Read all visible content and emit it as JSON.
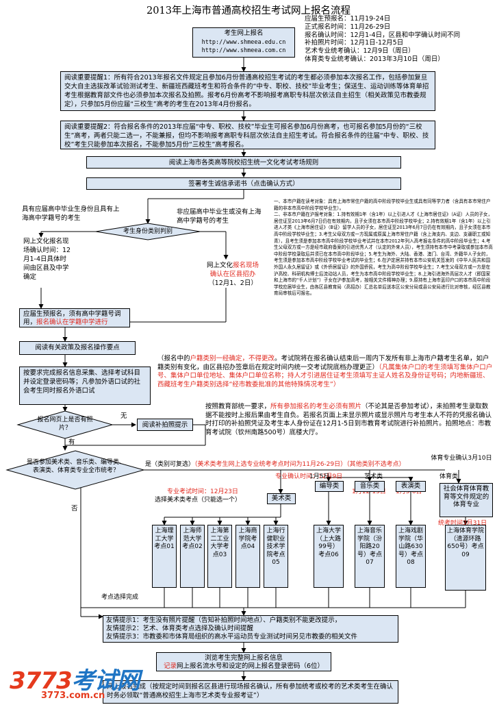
{
  "title": "2013年上海市普通高校招生考试网上报名流程",
  "schedule": [
    "应届生预报名：11月19-24日",
    "正式报名时间：11月26-29日",
    "报名确认时间：12月1-4日，区县和中学确认时间不同",
    "补拍照片时间：12月1日-12月5日",
    "艺术专业统考确认：12月9日（周日）",
    "体育类专业统考确认：2013年3月10日（周日）"
  ],
  "site": {
    "label": "考生网上报名",
    "url1": "http://www.shmeea.edu.cn",
    "url2": "http://www.shmeea.com.cn"
  },
  "reminder1": "阅读重要提醒1：所有符合2013年报名文件规定且参加6月份普通高校招生考试的考生都必须参加本次报名工作，包括参加复旦交大自主选拔改革试验测试考生、新疆班西藏班考生和符合条件的“中专、职校、技校”毕业考生；保送生、运动训练等体育单招考生根据教育部文件也必须参加本次报名及拍照。报考6月份高考不影响报考高职专科层次依法自主招生（相关政策见市教委规定），只参加5月份应届“三校生”高考的考生在2013年4月份报名。",
  "reminder2": "阅读重要提醒2：符合报名条件的2013年应届“中专、职校、技校”毕业生可报名参加6月份高考，也可报名参加5月份的“三校生”高考，两者只能二选一，不能兼报，但均不影响报考高职专科层次依法自主招生考试。符合报名条件的往届“中专、职校、技校”考生只能参加本次报名，不能参加5月份“三校生”高考报名。",
  "read_rules": "阅读上海市各类高等院校招生统一文化考试考场规则",
  "sign": "签署考生诚信承诺书（点击确认方式）",
  "left_cond": "具有应届高中毕业生身份且具有上海高中学籍号的考生",
  "right_cond": "非应届高中毕业生或没有上海高中学籍号的考生",
  "decision1": "考生身份类别判别",
  "left_time": "网上文化报名现场确认时间：12月1-4日具体时间由区县及中学确定",
  "right_time_a": "网上文化",
  "right_time_b": "报名现场",
  "right_time_c": "确认在区县招办",
  "right_time_d": "（12月1、2日）",
  "hukou_notes": [
    "一、本市户籍在读考对象：具有上海市常住户籍的高中阶段学校毕业生或具有同等学力者（含具有本市常住户籍的非本市高中阶段学校毕业生）。",
    "二、非本市户籍在沪报考对象：1.持有效期1年（含1年）以上引进人才《上海市居住证》（A证）人员的子女，居住证至2013年6月7日仍在有效期内，且子女须在本市高中阶段学校毕业；2.持有效期1年（含1年）以上引进人才类《上海市居住证》（B证）留学人员的子女，居住证至2013年6月7日仍在有效期内，且子女须在本市高中阶段学校毕业生；3.考生父母双方或一方现属或原属上海市常住户籍（含上海支内、支边、支疆职工或知青），且考生须是参加本市高中阶段学校毕业考试并在本市2012年列入高考报名条件的高中阶段毕业生；4.考生父母双方或一方是经市政府备案的引进优秀人才（认定的外来人员），考生须持有本市中考录取或参加本市高中阶段学校录取后并须已在本市高中阶段毕业；5.考生为海外、大陆、香港、澳门、台湾、外籍华人子女的，考生须是参加本市高中阶段学校毕业考试的毕业生；6.在沪定居并持有本市公安机关签发的《中华人民共和国外国人永久居留证》或《外侨居留证》的外国侨民，考生为高中阶段学校毕业生；7.考生父母双方或一方是在沪高校、科研机构博士后流动站人员，考生为本市高中阶段学校毕业生；8.上海引进海外高层次人才（即国家和上海市的“千人计划”）子女在沪参加高考，按相关文件精神办理；9.原持有上海市蓝印户口的本市高中阶段学校应届毕业生，由各区县教育局（高招办）汇总名单后送本区公安分局或县公安局进行比对审核，经区县教育局审核后可报名。"
  ],
  "prereg": "应届生预报名，须有高中学籍号调用，",
  "prereg_red": "报名确认在学籍中学进行",
  "read_policy": "阅读有关政策及报名操作要点",
  "info_collect": "按要求完成报名信息采集、选择考试科目并设定登录密码等；凡参加外语口试的社会考生同时报名外语口试",
  "hukou_warn_a": "（报名中的",
  "hukou_warn_b": "户籍类别一经确定，不得更改",
  "hukou_warn_c": "。考试院将在报名确认结束后一周内下发所有非上海市户籍考生名单，如户籍类别有变化，由区县招办签章后在规定时间内统一交考试院底档办理更正）",
  "hukou_warn_red": "（凡属集体户口的考生须填写集体户口户号、集体户口单位地址、集体户口单位名称；持人才引进居住证考生须填写主证人姓名及身份证号码；内地新疆班、西藏班考生户籍类别选择“经市教委批准的其他特殊情况考生”）",
  "decision2": "报名网页上是否有照片？",
  "no_label": "无",
  "yes_label": "有",
  "photo_tip": "阅读补拍照提示",
  "photo_desc_a": "按照教育部统一要求，",
  "photo_desc_b": "所有参加报名的考生必须有照片",
  "photo_desc_c": "（不论其是否参加考试），未拍照考生录取数据不能按时上报后果由考生自负。若报名页面上未显示照片或显示照片与考生本人不符的凭报名确认时打印的补拍照凭证及考生本人身份证在12月1-5日到市教育考试院进行补拍照片。拍照地点：市教育考试院（钦州南路500号）底楼大厅。",
  "decision3": "是否参加美术类、音乐类、编导类、表演类、体育类专业全市统考？",
  "yes_branch_a": "是（类别可复选）",
  "yes_branch_red": "（美术类考生网上选专业统考考点时间为11月26-29日）（其他类别不选考点）",
  "no_branch": "否",
  "pe_confirm": "体育专业确认3月10日",
  "arts_confirm_red": "专业确认时间：12月9日",
  "arts_label": "艺术类",
  "pe_label": "体育类",
  "pe_desc": "社会体育体育教育等文件规定的体育专业",
  "pe_time": "统考时间3月31日",
  "art_time": "专业考试时间：12月23日",
  "art_choose": "选择美术类考点（只能选一个）",
  "cat_art": "美术类",
  "cat_dir": "编导类",
  "cat_music": "音乐类",
  "cat_perf": "表演类",
  "date_dir": "1月5日",
  "date_music": "1月12-13日",
  "date_perf": "1月5-6日",
  "venues_art": [
    "上海理工大学考点01",
    "上海师范大学考点02",
    "上海第二工业大学考点03",
    "上海商学院考点04",
    "上海行健职业技术学院考点05"
  ],
  "venue_dir": "上海大学（上大路99号）考点06",
  "venue_music": "上海音乐学院（汾阳路20号）考点07",
  "venue_perf": "上海戏剧学院（华山路630号）考点08",
  "venue_pe": "上海体育学院（清源环路650号）考点09",
  "venue_done": "考点选择完成",
  "tips": [
    "友情提示1：考生没有照片提醒（告知补拍照时间地点）、户籍类别不能更改提示，",
    "友情提示2：艺术、体育类考点选择及确认时间提醒",
    "友情提示3：市教委和市体育局组织的高水平运动员专业测试时间另见市教委的相关文件"
  ],
  "browse_info": "浏览考生完整网上报名信息",
  "record_red": "记录",
  "record_rest": "网上报名流水号和设定的网上报名登录密码（6位）",
  "final": "网上报名完成（按规定时间到报名区县进行现场报名确认，所有参加统考或校考的艺术类考生在确认时务必领取“普通高校招生上海市艺术类专业报考证”）",
  "logo_a": "3773",
  "logo_b": "考试网",
  "logo_url": "3773.com.cn"
}
